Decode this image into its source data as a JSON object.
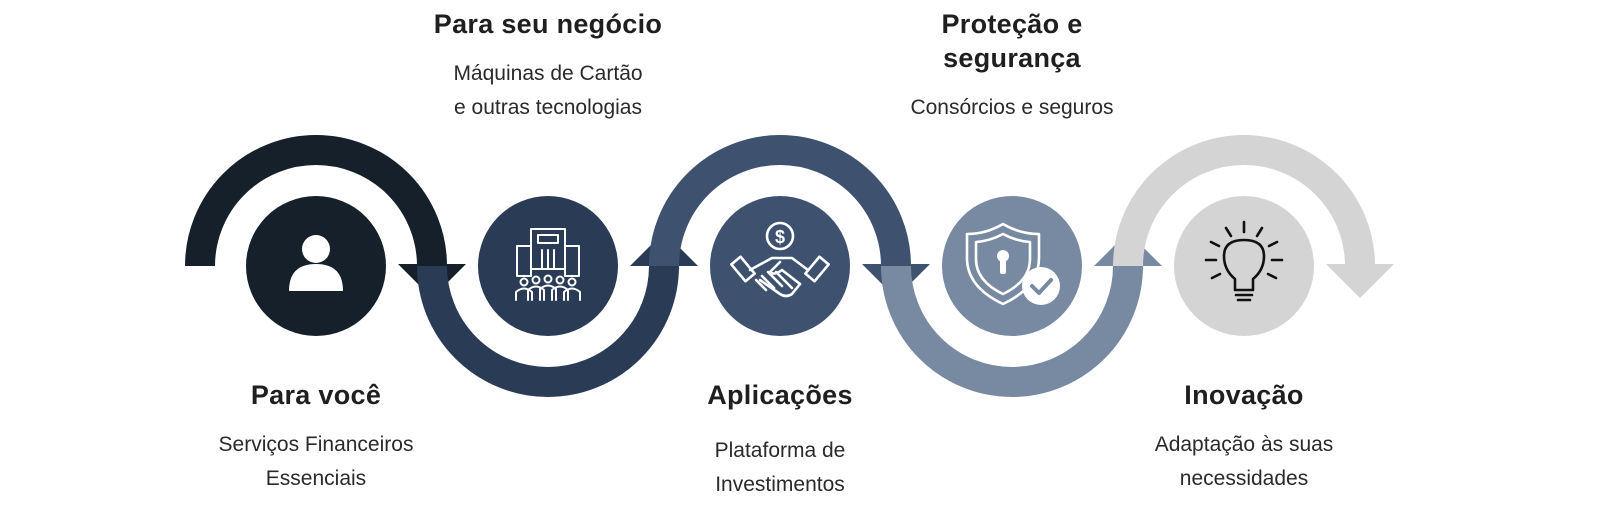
{
  "steps": [
    {
      "id": "para-voce",
      "title": "Para você",
      "description_lines": [
        "Serviços Financeiros",
        "Essenciais"
      ],
      "icon": "person-icon",
      "color": "#16202a"
    },
    {
      "id": "para-seu-negocio",
      "title": "Para seu negócio",
      "description_lines": [
        "Máquinas de Cartão",
        "e outras tecnologias"
      ],
      "icon": "buildings-people-icon",
      "color": "#2a3c55"
    },
    {
      "id": "aplicacoes",
      "title": "Aplicações",
      "description_lines": [
        "Plataforma de",
        "Investimentos"
      ],
      "icon": "handshake-money-icon",
      "color": "#3e5270"
    },
    {
      "id": "protecao",
      "title_lines": [
        "Proteção e",
        "segurança"
      ],
      "description_lines": [
        "Consórcios e seguros"
      ],
      "icon": "shield-check-icon",
      "color": "#788aa1"
    },
    {
      "id": "inovacao",
      "title": "Inovação",
      "description_lines": [
        "Adaptação às suas",
        "necessidades"
      ],
      "icon": "lightbulb-icon",
      "color": "#d4d4d4"
    }
  ],
  "icon_symbols": {
    "dollar": "$"
  }
}
